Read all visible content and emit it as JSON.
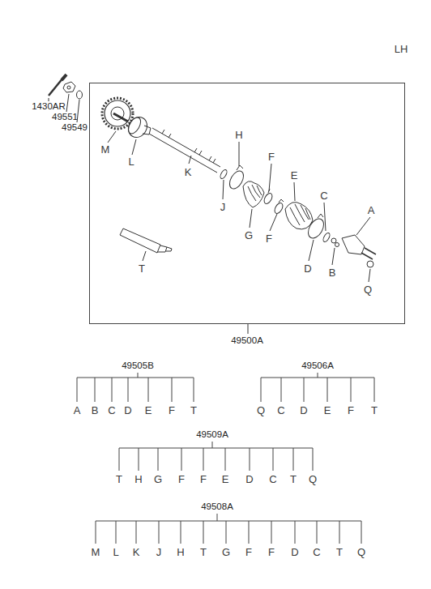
{
  "diagram": {
    "nodes": [
      {
        "text": [
          "49500A"
        ]
      }
    ],
    "labels": [
      "LH",
      "1430AR",
      "49551",
      "49549",
      "M",
      "L",
      "K",
      "H",
      "J",
      "F",
      "G",
      "E",
      "F",
      "C",
      "A",
      "D",
      "B",
      "Q",
      "T",
      "49505B",
      "A",
      "B",
      "C",
      "D",
      "E",
      "F",
      "T",
      "49506A",
      "Q",
      "C",
      "D",
      "E",
      "F",
      "T",
      "49509A",
      "T",
      "H",
      "G",
      "F",
      "F",
      "E",
      "D",
      "C",
      "T",
      "Q",
      "49508A",
      "M",
      "L",
      "K",
      "J",
      "H",
      "T",
      "G",
      "F",
      "F",
      "D",
      "C",
      "T",
      "Q"
    ]
  }
}
